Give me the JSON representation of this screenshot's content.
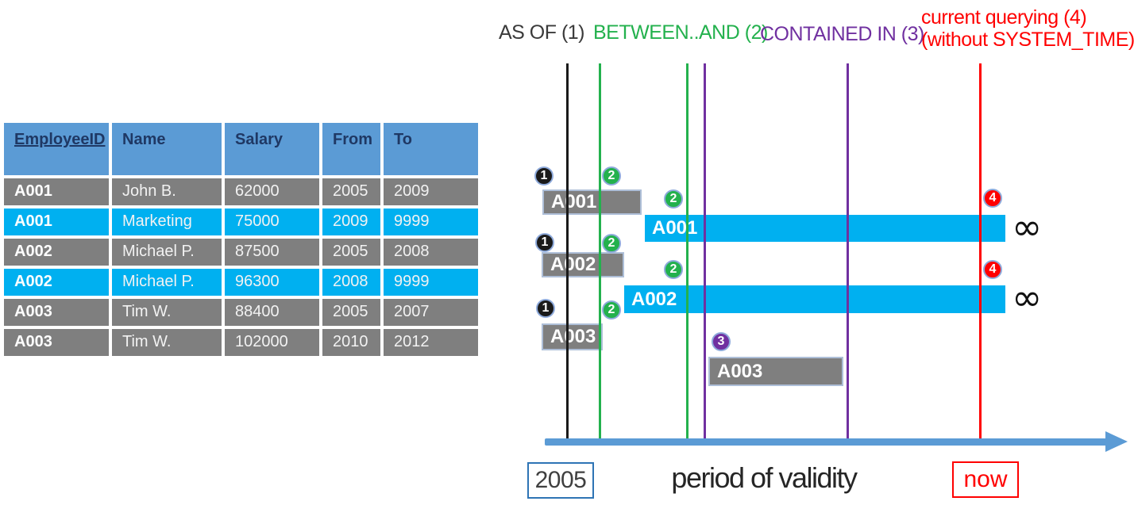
{
  "legend": {
    "as_of": "AS OF (1)",
    "between_and": "BETWEEN..AND (2)",
    "contained_in": "CONTAINED IN (3)",
    "current_line1": "current querying (4)",
    "current_line2": "(without SYSTEM_TIME)"
  },
  "table": {
    "headers": [
      "EmployeeID",
      "Name",
      "Salary",
      "From",
      "To"
    ],
    "rows": [
      {
        "cells": [
          "A001",
          "John  B.",
          "62000",
          "2005",
          "2009"
        ],
        "highlight": false
      },
      {
        "cells": [
          "A001",
          "Marketing",
          "75000",
          "2009",
          "9999"
        ],
        "highlight": true
      },
      {
        "cells": [
          "A002",
          "Michael P.",
          "87500",
          "2005",
          "2008"
        ],
        "highlight": false
      },
      {
        "cells": [
          "A002",
          "Michael P.",
          "96300",
          "2008",
          "9999"
        ],
        "highlight": true
      },
      {
        "cells": [
          "A003",
          "Tim W.",
          "88400",
          "2005",
          "2007"
        ],
        "highlight": false
      },
      {
        "cells": [
          "A003",
          "Tim W.",
          "102000",
          "2010",
          "2012"
        ],
        "highlight": false
      }
    ]
  },
  "diagram": {
    "lines": [
      {
        "name": "line-as-of",
        "color": "timeline_black"
      },
      {
        "name": "line-between-start",
        "color": "between_green"
      },
      {
        "name": "line-between-end",
        "color": "between_green"
      },
      {
        "name": "line-contained-start",
        "color": "contained_purple"
      },
      {
        "name": "line-contained-end",
        "color": "contained_purple"
      },
      {
        "name": "line-now",
        "color": "now_red"
      }
    ],
    "bars": [
      {
        "label": "A001",
        "style": "gray",
        "suffix": ""
      },
      {
        "label": "A001",
        "style": "cyan",
        "suffix": "∞"
      },
      {
        "label": "A002",
        "style": "gray",
        "suffix": ""
      },
      {
        "label": "A002",
        "style": "cyan",
        "suffix": "∞"
      },
      {
        "label": "A003",
        "style": "gray",
        "suffix": ""
      },
      {
        "label": "A003",
        "style": "gray",
        "suffix": ""
      }
    ],
    "badges": [
      {
        "n": "1",
        "color": "timeline_black"
      },
      {
        "n": "2",
        "color": "between_green"
      },
      {
        "n": "2",
        "color": "between_green"
      },
      {
        "n": "4",
        "color": "now_red"
      },
      {
        "n": "1",
        "color": "timeline_black"
      },
      {
        "n": "2",
        "color": "between_green"
      },
      {
        "n": "2",
        "color": "between_green"
      },
      {
        "n": "4",
        "color": "now_red"
      },
      {
        "n": "1",
        "color": "timeline_black"
      },
      {
        "n": "2",
        "color": "between_green"
      },
      {
        "n": "3",
        "color": "contained_purple"
      }
    ],
    "axis": {
      "start_label": "2005",
      "title": "period of validity",
      "end_label": "now"
    }
  },
  "colors": {
    "timeline_black": "#1a1a1a",
    "between_green": "#23b14d",
    "contained_purple": "#7030a0",
    "now_red": "#ff0000",
    "gray_bar": "#7f7f7f",
    "cyan_bar": "#00b0f0",
    "table_header_bg": "#5b9bd5",
    "table_header_text": "#1f3864",
    "axis_blue": "#5b9bd5",
    "year_box_border": "#2e74b5",
    "badge_ring": "#8eaadb"
  }
}
